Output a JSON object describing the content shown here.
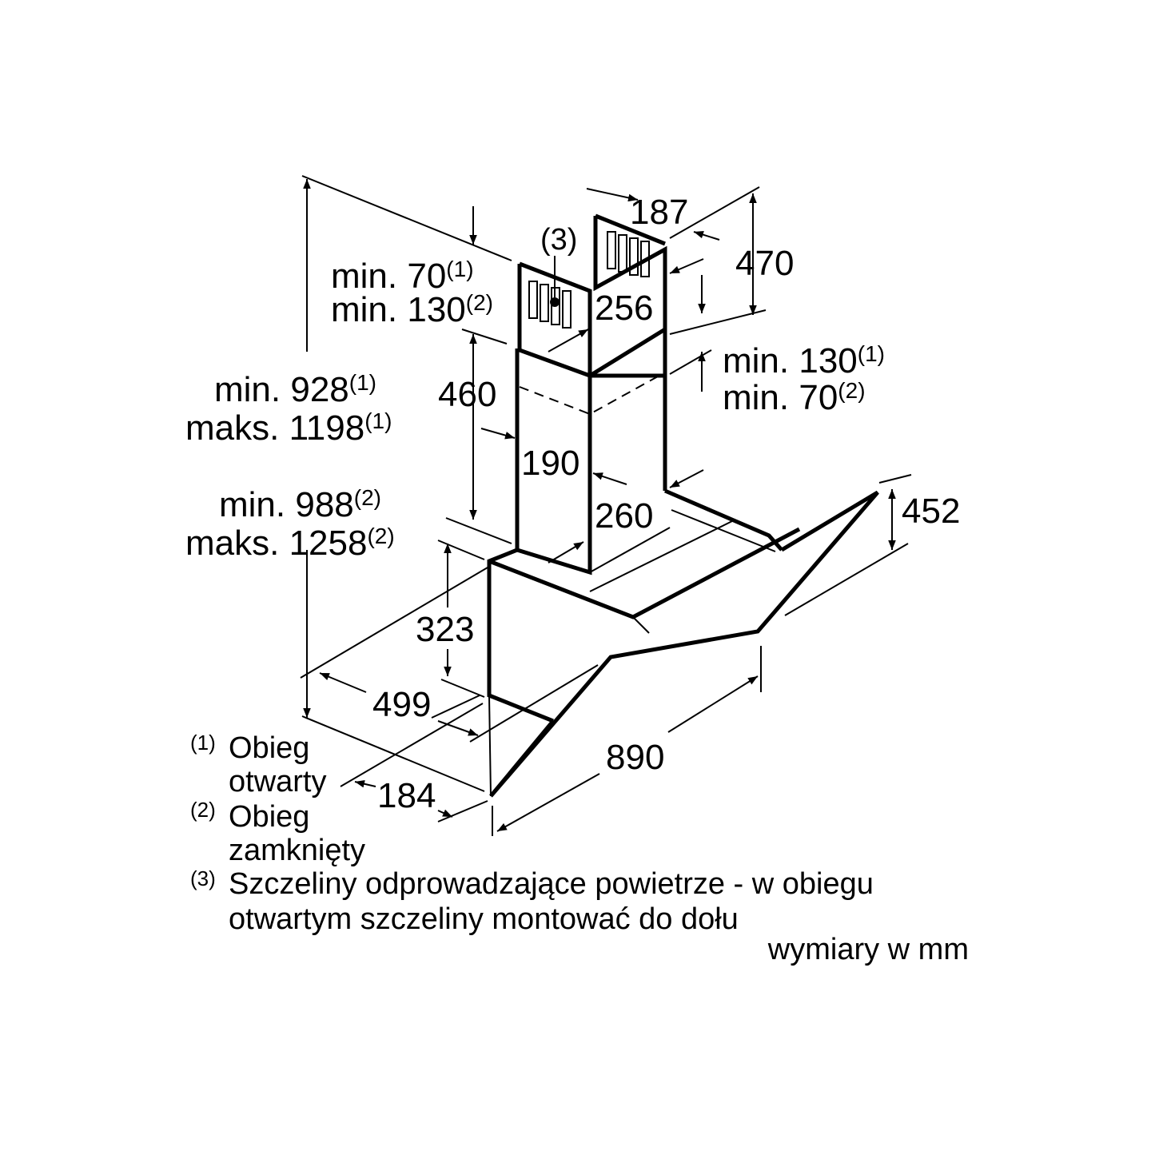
{
  "dimensions": {
    "d187": "187",
    "d470": "470",
    "d256": "256",
    "d460": "460",
    "d190": "190",
    "d260": "260",
    "d452": "452",
    "d323": "323",
    "d499": "499",
    "d184": "184",
    "d890": "890"
  },
  "chimney_top_label": {
    "line1": "min. 70",
    "line1_note": "(1)",
    "line2": "min. 130",
    "line2_note": "(2)"
  },
  "chimney_right_label": {
    "line1": "min. 130",
    "line1_note": "(1)",
    "line2": "min. 70",
    "line2_note": "(2)"
  },
  "height_open_label": {
    "line1": "min. 928",
    "line1_note": "(1)",
    "line2": "maks. 1198",
    "line2_note": "(1)"
  },
  "height_closed_label": {
    "line1": "min. 988",
    "line1_note": "(2)",
    "line2": "maks. 1258",
    "line2_note": "(2)"
  },
  "slot_marker": "(3)",
  "legend": [
    {
      "marker": "(1)",
      "lines": [
        "Obieg",
        "otwarty"
      ]
    },
    {
      "marker": "(2)",
      "lines": [
        "Obieg",
        "zamknięty"
      ]
    },
    {
      "marker": "(3)",
      "lines": [
        "Szczeliny odprowadzające powietrze - w obiegu",
        "otwartym szczeliny montować do dołu"
      ]
    }
  ],
  "units_note": "wymiary w mm"
}
